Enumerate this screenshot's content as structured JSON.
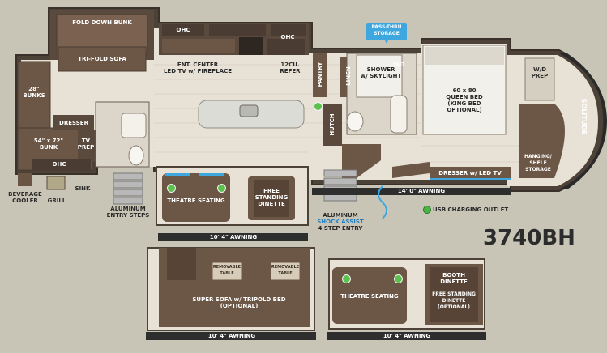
{
  "model": "3740BH",
  "callout": "PASS-THRU\nSTORAGE",
  "legend": {
    "usb": "USB CHARGING OUTLET"
  },
  "brand": "SOLITUDE",
  "main_labels": {
    "fold_down_bunk": "FOLD DOWN BUNK",
    "tri_fold_sofa": "TRI-FOLD SOFA",
    "bunk_28": "28\"\nBUNKS",
    "dresser": "DRESSER",
    "bunk_54": "54\" x 72\"\nBUNK",
    "tv_prep": "TV\nPREP",
    "ohc_bunk": "OHC",
    "beverage_cooler": "BEVERAGE\nCOOLER",
    "grill": "GRILL",
    "sink": "SINK",
    "ohc_left": "OHC",
    "ohc_right": "OHC",
    "ent_center": "ENT. CENTER\nLED TV w/ FIREPLACE",
    "refer": "12CU.\nREFER",
    "pantry": "PANTRY",
    "linen": "LINEN",
    "hutch": "HUTCH",
    "shower": "SHOWER\nw/ SKYLIGHT",
    "seat": "SEAT",
    "queen_bed": "60 x 80\nQUEEN BED\n(KING BED\nOPTIONAL)",
    "wd_prep": "W/D\nPREP",
    "hanging_shelf": "HANGING/\nSHELF\nSTORAGE",
    "dresser_tv": "DRESSER w/ LED TV",
    "theatre_seating": "THEATRE SEATING",
    "free_dinette": "FREE\nSTANDING\nDINETTE",
    "aluminum_steps": "ALUMINUM\nENTRY STEPS",
    "shock_assist_a": "ALUMINUM",
    "shock_assist_b": "SHOCK ASSIST",
    "shock_assist_c": "4 STEP ENTRY"
  },
  "awnings": {
    "front": "14' 0\" AWNING",
    "rear": "10' 4\" AWNING",
    "option1": "10' 4\" AWNING",
    "option2": "10' 4\" AWNING"
  },
  "options": {
    "removable_table_1": "REMOVABLE\nTABLE",
    "removable_table_2": "REMOVABLE\nTABLE",
    "super_sofa": "SUPER SOFA w/ TRIPOLD BED\n(OPTIONAL)",
    "theatre_seating_2": "THEATRE SEATING",
    "booth_dinette": "BOOTH\nDINETTE",
    "free_dinette_opt": "FREE STANDING\nDINETTE\n(OPTIONAL)"
  },
  "colors": {
    "floor": "#e8e2d6",
    "wall": "#5e5248",
    "furniture": "#6a5443",
    "cabinet": "#4a3c32",
    "accent": "#3ea7e0",
    "usb": "#4bb543"
  }
}
